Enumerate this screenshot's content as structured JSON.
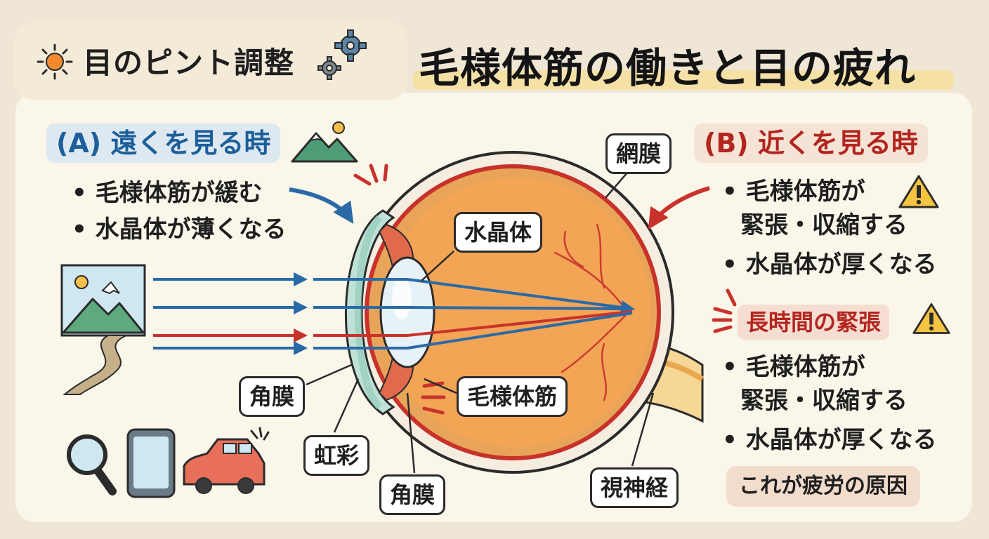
{
  "header": {
    "tag_text": "目のピント調整",
    "title": "毛様体筋の働きと目の疲れ",
    "icons": [
      "sun-icon",
      "gear-icon"
    ]
  },
  "left": {
    "heading": "(A) 遠くを見る時",
    "bullets": [
      "• 毛様体筋が緩む",
      "• 水晶体が薄くなる"
    ]
  },
  "right": {
    "heading": "(B) 近くを見る時",
    "bullets1": [
      "• 毛様体筋が",
      "緊張・収縮する",
      "• 水晶体が厚くなる"
    ],
    "warning_heading": "長時間の緊張",
    "bullets2": [
      "• 毛様体筋が",
      "緊張・収縮する",
      "• 水晶体が厚くなる"
    ],
    "conclusion": "これが疲労の原因"
  },
  "labels": {
    "retina": "網膜",
    "lens": "水晶体",
    "ciliary": "毛様体筋",
    "cornea_1": "角膜",
    "iris": "虹彩",
    "cornea_2": "角膜",
    "optic_nerve": "視神経"
  },
  "colors": {
    "far_blue": "#2a6aa6",
    "near_red": "#c8322b",
    "eye_orange": "#f2a35a",
    "background": "#efe6d6"
  },
  "icons": [
    "mountain-icon",
    "landscape-picture-icon",
    "magnifier-icon",
    "smartphone-icon",
    "car-icon",
    "warning-icon"
  ]
}
